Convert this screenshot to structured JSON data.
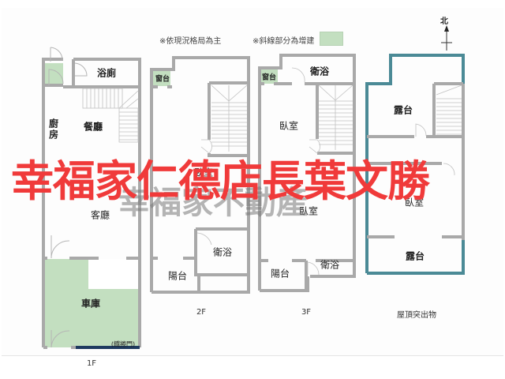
{
  "notes": {
    "layout_note": "※依現況格局為主",
    "extension_note": "※斜線部分為增建",
    "extension_color": "#c3dfc0"
  },
  "north": {
    "label": "北"
  },
  "colors": {
    "wall": "#a9a9a9",
    "roof_wall": "#4b8a96",
    "extension": "#c3dfc0",
    "roll_door": "#1e3a5f",
    "watermark": "#f03a3a"
  },
  "floors": [
    {
      "label": "1F",
      "rooms": {
        "bath": "浴廁",
        "kitchen": "廚房",
        "dining": "餐廳",
        "living": "客廳",
        "garage": "車庫",
        "roll_door": "(鐵捲門)"
      }
    },
    {
      "label": "2F",
      "rooms": {
        "window_ledge": "窗台",
        "bedroom": "臥室",
        "bath": "衛浴",
        "balcony": "陽台"
      }
    },
    {
      "label": "3F",
      "rooms": {
        "window_ledge": "窗台",
        "bath_top": "衛浴",
        "bedroom_top": "臥室",
        "bedroom_bottom": "臥室",
        "balcony": "陽台",
        "bath_bottom": "衛浴"
      }
    },
    {
      "label": "屋頂突出物",
      "rooms": {
        "terrace_top": "露台",
        "bedroom": "臥室",
        "terrace_bottom": "露台"
      }
    }
  ],
  "watermark": {
    "text": "幸福家仁德店長葉文勝",
    "ghost_text": "幸福家不動產"
  }
}
